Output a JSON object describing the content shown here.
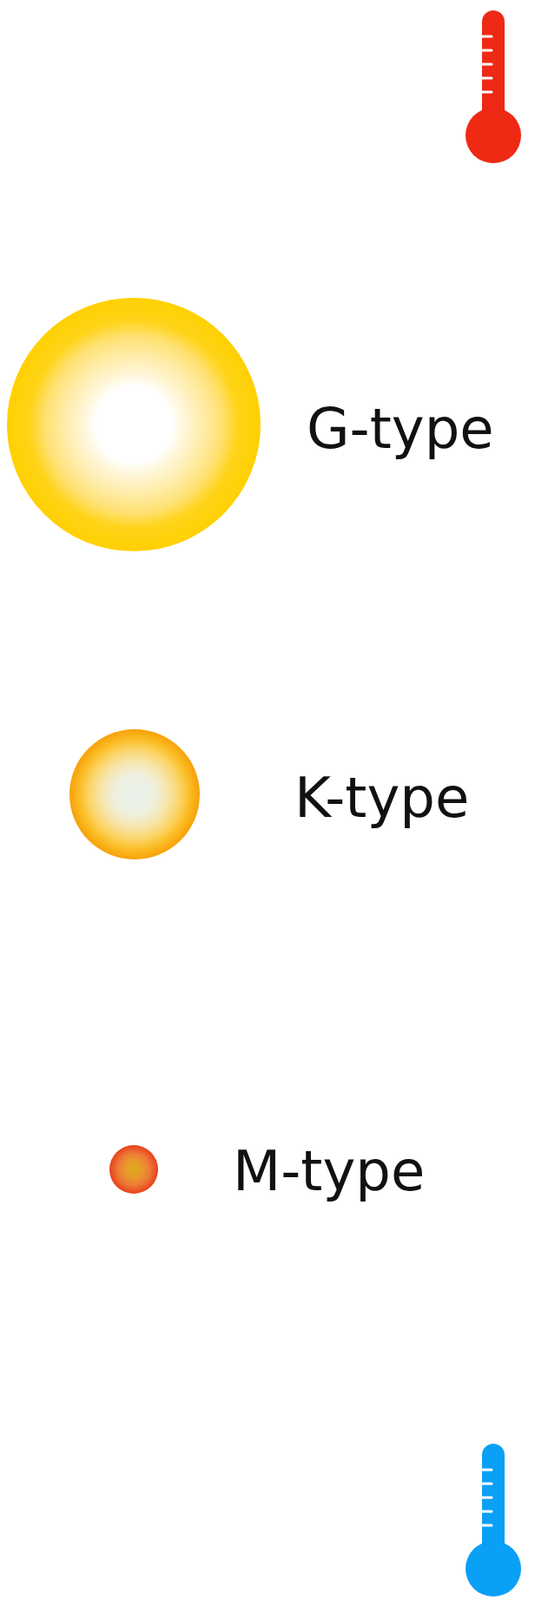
{
  "diagram": {
    "labels": [
      "G-type",
      "K-type",
      "M-type"
    ]
  }
}
